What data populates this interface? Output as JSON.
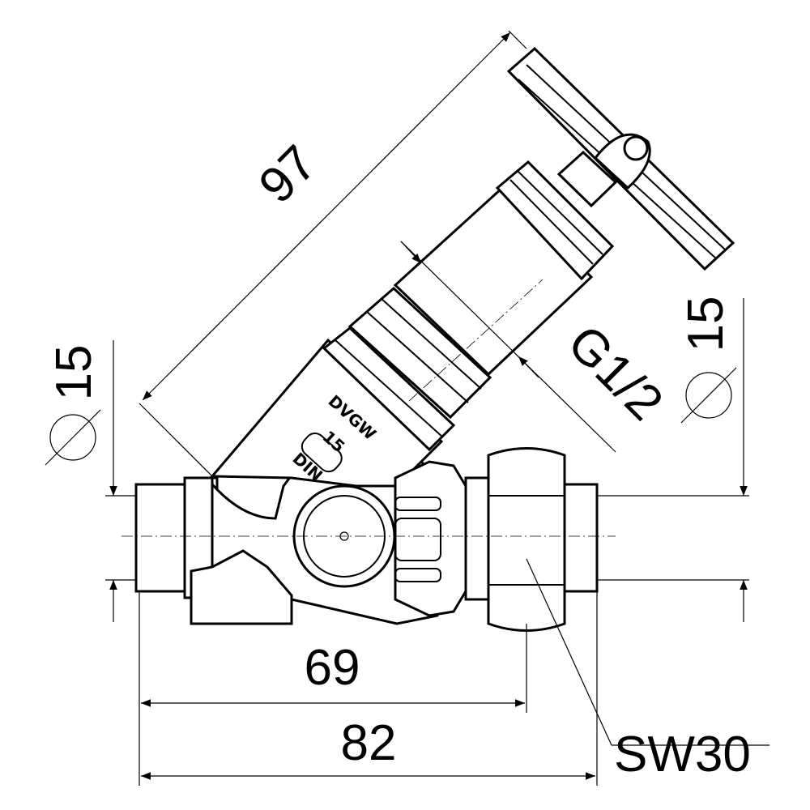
{
  "dimensions": {
    "length_overall": "97",
    "thread": "G1/2",
    "diameter_left": "15",
    "diameter_right": "15",
    "length_inner": "69",
    "length_total": "82",
    "wrench_size": "SW30"
  },
  "body_markings": {
    "line1": "DVGW",
    "line2": "15",
    "line3": "DIN"
  }
}
